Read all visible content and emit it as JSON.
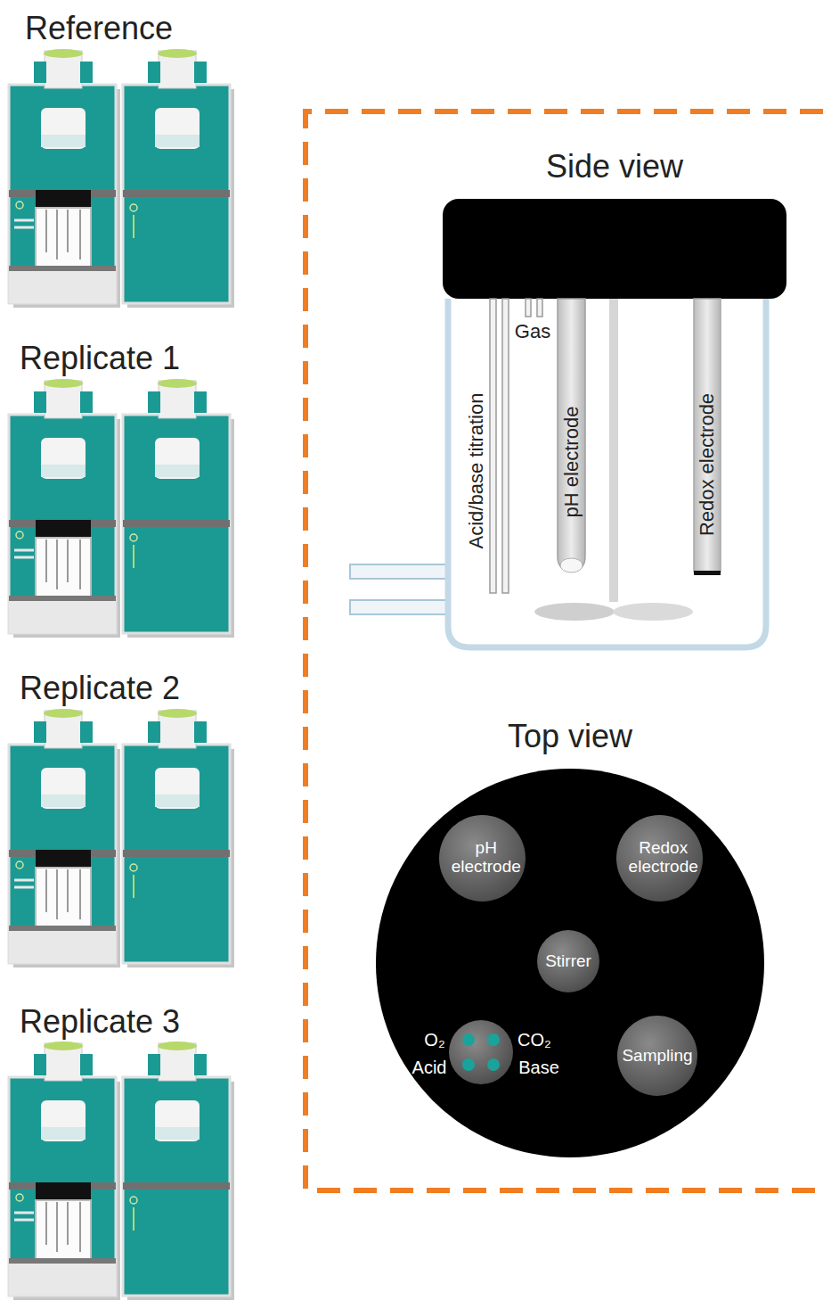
{
  "diagram": {
    "nodes": [
      {
        "text": [
          "Side view"
        ]
      },
      {
        "text": [
          "pH electrode"
        ],
        "in": 0
      },
      {
        "text": [
          "Redox electrode"
        ],
        "in": 0
      },
      {
        "text": [
          "Top view"
        ]
      },
      {
        "text": [
          "pH electrode"
        ],
        "in": 3
      },
      {
        "text": [
          "Redox electrode"
        ],
        "in": 3
      },
      {
        "text": [
          "Stirrer"
        ],
        "in": 3
      },
      {
        "text": [
          "Sampling"
        ],
        "in": 3
      }
    ],
    "labels": [
      "Reference",
      "Replicate 1",
      "Replicate 2",
      "Replicate 3",
      "Gas",
      "Acid/base titration",
      "O₂",
      "CO₂",
      "Acid",
      "Base"
    ]
  }
}
